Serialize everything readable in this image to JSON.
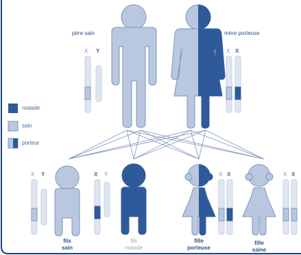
{
  "labels": {
    "father": "père sain",
    "mother": "mère porteuse"
  },
  "chromosomes": {
    "x": "X",
    "y": "Y"
  },
  "legend": [
    {
      "label": "malade",
      "color": "#2f5a9a"
    },
    {
      "label": "sain",
      "color": "#b9c8df"
    },
    {
      "label": "porteur",
      "color": "#b9c8df"
    }
  ],
  "children": [
    {
      "line1": "fils",
      "line2": "sain"
    },
    {
      "line1": "fils",
      "line2": "malade"
    },
    {
      "line1": "fille",
      "line2": "porteuse"
    },
    {
      "line1": "fille",
      "line2": "saine"
    }
  ],
  "colors": {
    "affected": "#2f5a9a",
    "healthy": "#b9c8df",
    "outline": "#7a93bd",
    "frame": "#1e3f78"
  }
}
